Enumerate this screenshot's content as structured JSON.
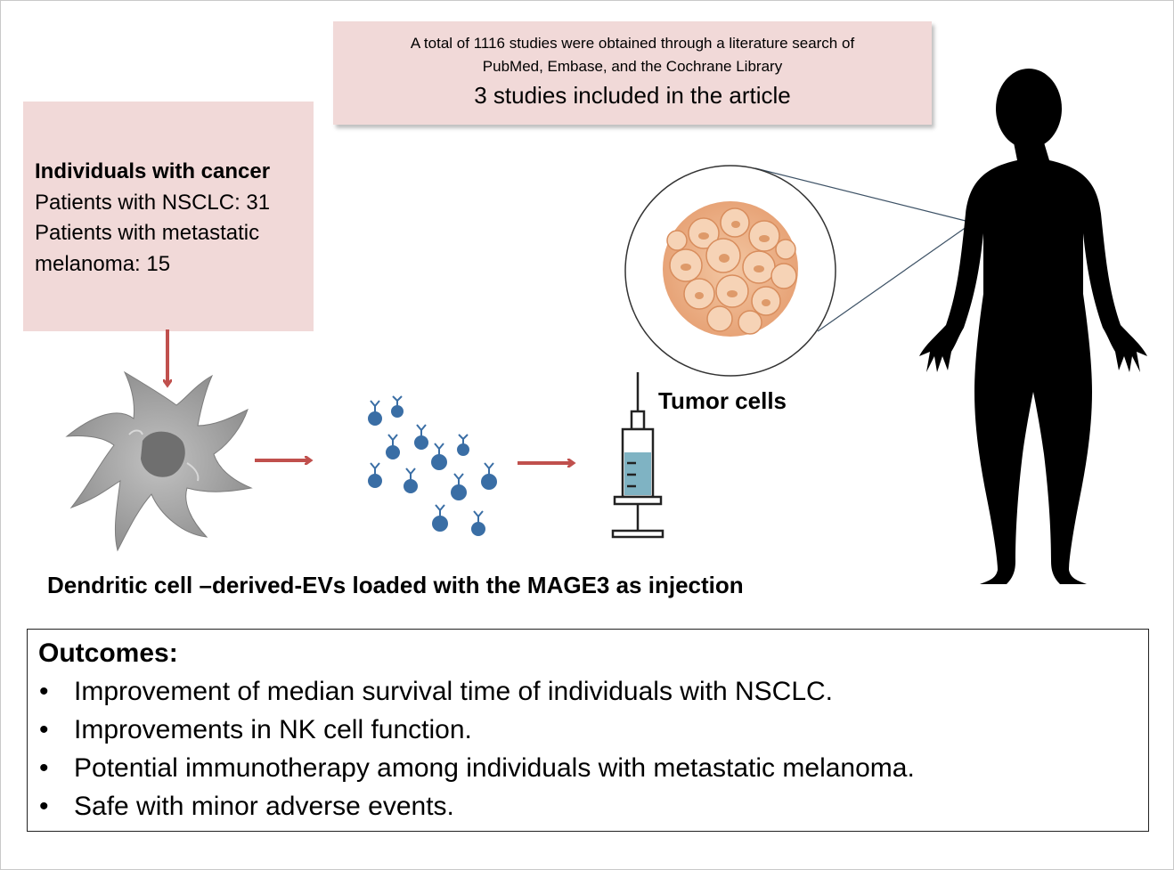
{
  "search": {
    "line1": "A total of 1116 studies were obtained through a literature search of",
    "line2": "PubMed, Embase, and the Cochrane Library",
    "included": "3 studies included in the article"
  },
  "cohort": {
    "title": "Individuals with cancer",
    "nsclc": "Patients with NSCLC: 31",
    "melanoma_line1": "Patients with metastatic",
    "melanoma_line2": "melanoma:  15"
  },
  "labels": {
    "tumor": "Tumor cells",
    "dc_caption": "Dendritic cell –derived-EVs loaded with the MAGE3 as injection"
  },
  "outcomes": {
    "title": "Outcomes:",
    "bullet": "•",
    "items": [
      "Improvement of median survival time of individuals with NSCLC.",
      "Improvements in NK cell function.",
      "Potential immunotherapy among individuals with metastatic melanoma.",
      "Safe with minor adverse events."
    ]
  },
  "icons": [
    "dendritic-cell-icon",
    "extracellular-vesicles-icon",
    "syringe-icon",
    "tumor-cells-icon",
    "human-silhouette-icon",
    "arrow-icon"
  ],
  "colors": {
    "box_fill": "#f1d9d8",
    "arrow": "#c0504d",
    "ev": "#3a6ea5",
    "cell_gray": "#8c8c8c",
    "tumor": "#e8a878",
    "syringe_fluid": "#7fb3c3"
  }
}
